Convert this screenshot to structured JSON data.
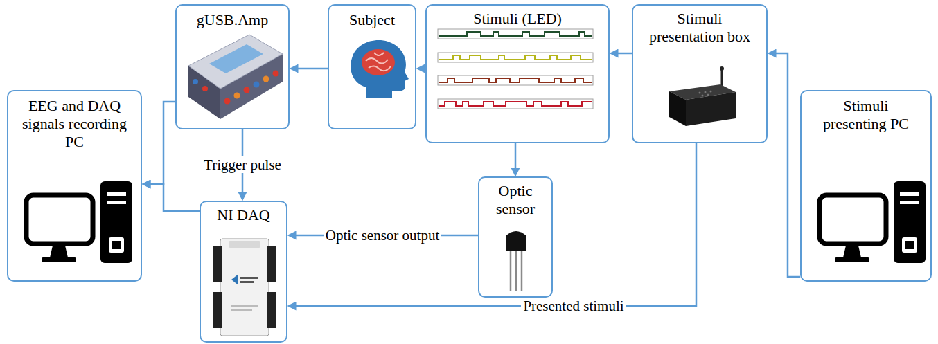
{
  "diagram": {
    "nodes": [
      {
        "text": [
          "EEG and DAQ signals recording PC"
        ]
      },
      {
        "text": [
          "gUSB.Amp"
        ]
      },
      {
        "text": [
          "Subject"
        ]
      },
      {
        "text": [
          "Stimuli (LED)"
        ]
      },
      {
        "text": [
          "Stimuli presentation box"
        ]
      },
      {
        "text": [
          "Stimuli presenting PC"
        ]
      },
      {
        "text": [
          "NI DAQ"
        ]
      },
      {
        "text": [
          "Optic sensor"
        ]
      }
    ],
    "edges": [
      {
        "from": 5,
        "to": 4,
        "arrow": "to"
      },
      {
        "from": 4,
        "to": 3,
        "arrow": "to"
      },
      {
        "from": 3,
        "to": 2,
        "arrow": "to"
      },
      {
        "from": 2,
        "to": 1,
        "arrow": "to"
      },
      {
        "from": 1,
        "to": 6,
        "label": "Trigger pulse",
        "arrow": "to"
      },
      {
        "from": 3,
        "to": 7,
        "arrow": "to"
      },
      {
        "from": 7,
        "to": 6,
        "label": "Optic sensor output",
        "arrow": "to"
      },
      {
        "from": 4,
        "to": 6,
        "label": "Presented stimuli",
        "arrow": "to"
      },
      {
        "from": 1,
        "to": 0,
        "arrow": "to"
      },
      {
        "from": 6,
        "to": 0,
        "arrow": "to"
      }
    ]
  }
}
